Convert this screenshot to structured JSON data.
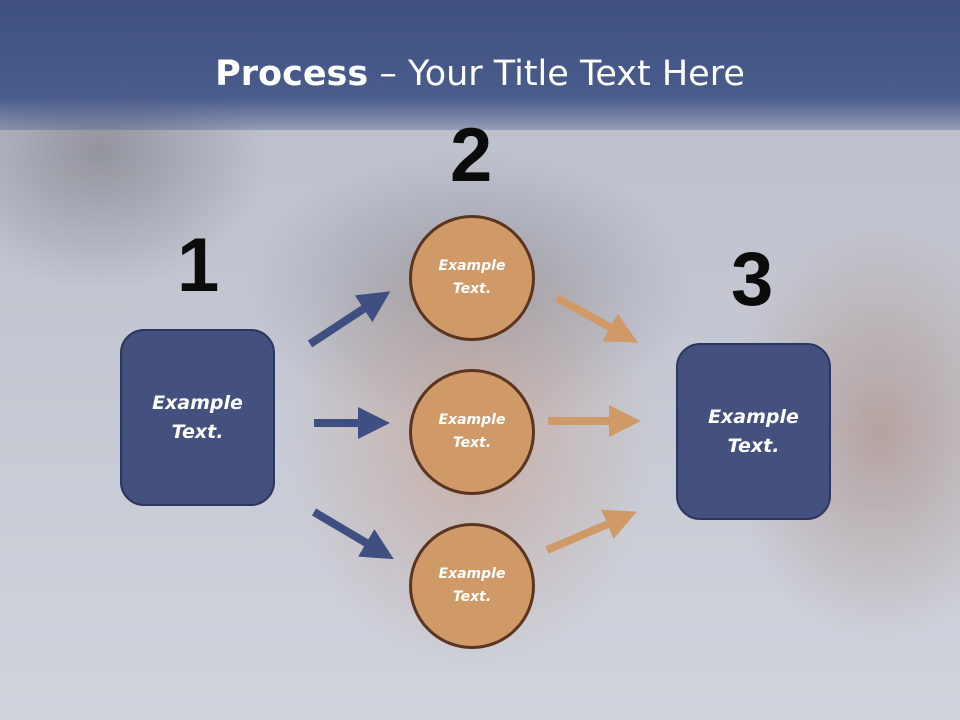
{
  "slide": {
    "title_bold": "Process",
    "title_rest": " – Your Title Text Here"
  },
  "steps": {
    "step1_number": "1",
    "step2_number": "2",
    "step3_number": "3"
  },
  "nodes": {
    "left_box": "Example Text.",
    "right_box": "Example Text.",
    "circle_top": "Example Text.",
    "circle_middle": "Example Text.",
    "circle_bottom": "Example Text."
  },
  "colors": {
    "title_band": "#44558a",
    "box_fill": "#44507e",
    "circle_fill": "#d09a68",
    "arrow_blue": "#3f4f82",
    "arrow_orange": "#d09a68"
  }
}
